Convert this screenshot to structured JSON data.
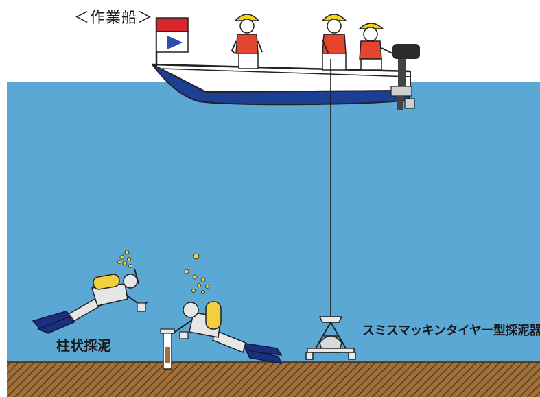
{
  "labels": {
    "work_boat": "＜作業船＞",
    "columnar_sampling": "柱状採泥",
    "grab_sampler": "スミスマッキンタイヤー型採泥器"
  },
  "colors": {
    "water": "#5ba8d4",
    "seabed": "#a0703c",
    "seabed_hatch": "#5a3a18",
    "hull_blue": "#1c3f94",
    "flag_red": "#d8262e",
    "flag_blue": "#2a4fb0",
    "helmet": "#f3d21a",
    "vest": "#e5452e",
    "fins": "#1b2f7a",
    "tank": "#f2cf3c",
    "bubbles": "#f2cf3c"
  },
  "icons": [
    "work-boat-icon",
    "flag-icon",
    "worker-icon",
    "outboard-motor-icon",
    "diver-icon",
    "core-sampler-icon",
    "grab-sampler-icon",
    "bubbles-icon"
  ]
}
